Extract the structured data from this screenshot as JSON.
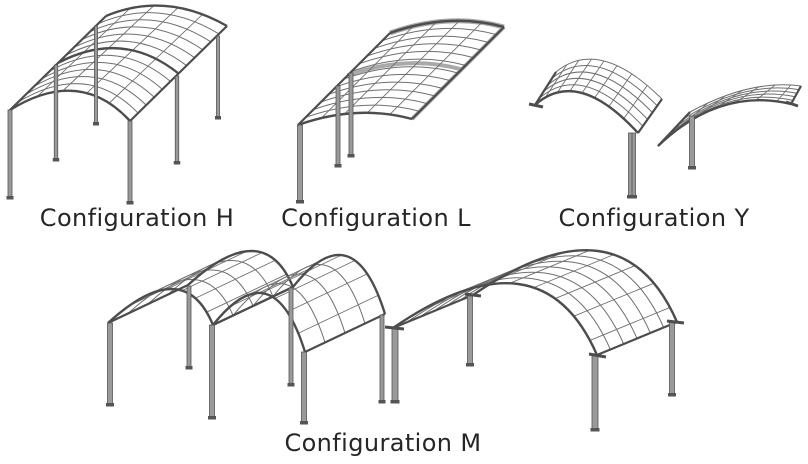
{
  "page": {
    "background": "#ffffff"
  },
  "colors": {
    "line_thin": "#6f6f6f",
    "line_heavy": "#4d4d4d",
    "shade_band": "#a9a9a9",
    "post_fill": "#9a9a9a",
    "post_edge": "#555555",
    "label_text": "#262626"
  },
  "configurations": [
    {
      "id": "h",
      "label": "Configuration H",
      "illustration": "barrel-vault-canopy-on-two-rows-of-three-posts"
    },
    {
      "id": "l",
      "label": "Configuration L",
      "illustration": "cantilever-curved-canopy-on-single-row-of-posts"
    },
    {
      "id": "y",
      "label": "Configuration Y",
      "illustration": "butterfly-double-wing-canopy-on-central-posts"
    },
    {
      "id": "m",
      "label": "Configuration M",
      "illustration": "twin-vault-canopy-and-wide-span-arched-canopy"
    }
  ]
}
